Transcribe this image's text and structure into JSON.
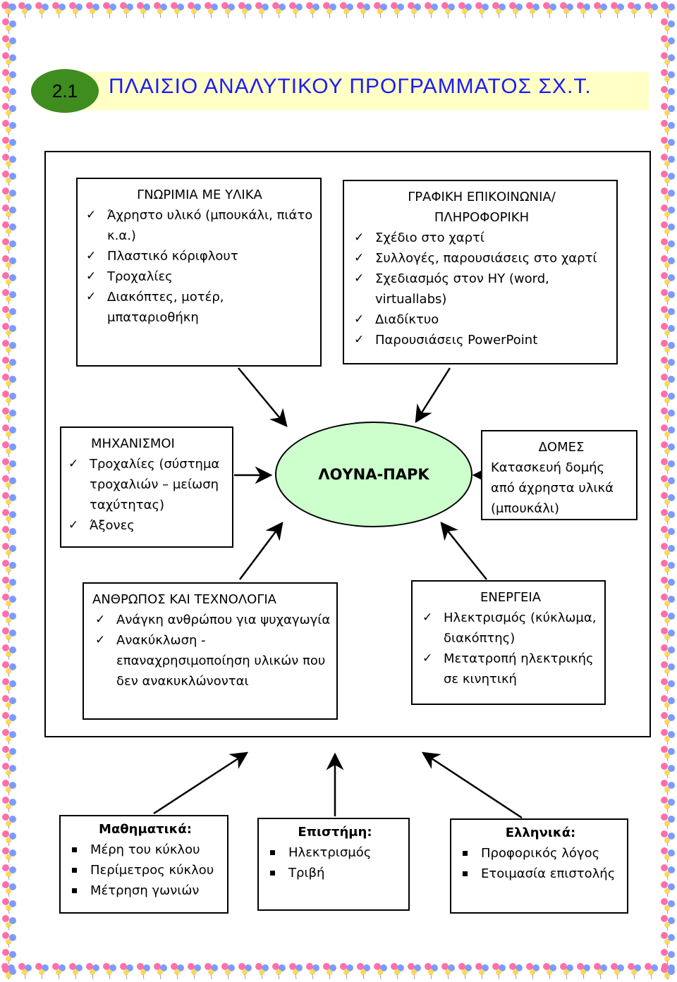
{
  "title": {
    "number": "2.1",
    "text": "ΠΛΑΙΣΙΟ ΑΝΑΛΥΤΙΚΟΥ ΠΡΟΓΡΑΜΜΑΤΟΣ ΣΧ.Τ."
  },
  "center": {
    "label": "ΛΟΥΝΑ-ΠΑΡΚ"
  },
  "materials": {
    "heading": "ΓΝΩΡΙΜΙΑ ΜΕ ΥΛΙΚΑ",
    "items": [
      "Άχρηστο υλικό (μπουκάλι, πιάτο κ.α.)",
      "Πλαστικό κόριφλουτ",
      "Τροχαλίες",
      "Διακόπτες, μοτέρ, μπαταριοθήκη"
    ]
  },
  "graphics": {
    "heading": "ΓΡΑΦΙΚΗ ΕΠΙΚΟΙΝΩΝΙΑ/ ΠΛΗΡΟΦΟΡΙΚΗ",
    "items": [
      "Σχέδιο στο χαρτί",
      "Συλλογές, παρουσιάσεις στο χαρτί",
      "Σχεδιασμός στον ΗΥ (word, virtuallabs)",
      "Διαδίκτυο",
      "Παρουσιάσεις PowerPoint"
    ]
  },
  "mechanisms": {
    "heading": "ΜΗΧΑΝΙΣΜΟΙ",
    "items": [
      "Τροχαλίες (σύστημα τροχαλιών – μείωση ταχύτητας)",
      "Άξονες"
    ]
  },
  "structures": {
    "heading": "ΔΟΜΕΣ",
    "text": "Κατασκευή δομής από άχρηστα υλικά (μπουκάλι)"
  },
  "human": {
    "heading": "ΑΝΘΡΩΠΟΣ ΚΑΙ ΤΕΧΝΟΛΟΓΙΑ",
    "items": [
      "Ανάγκη ανθρώπου για ψυχαγωγία",
      "Ανακύκλωση - επαναχρησιμοποίηση υλικών που δεν ανακυκλώνονται"
    ]
  },
  "energy": {
    "heading": "ΕΝΕΡΓΕΙΑ",
    "items": [
      "Ηλεκτρισμός (κύκλωμα, διακόπτης)",
      "Μετατροπή ηλεκτρικής σε κινητική"
    ]
  },
  "math": {
    "heading": "Μαθηματικά:",
    "items": [
      "Μέρη του κύκλου",
      "Περίμετρος κύκλου",
      "Μέτρηση γωνιών"
    ]
  },
  "science": {
    "heading": "Επιστήμη:",
    "items": [
      "Ηλεκτρισμός",
      "Τριβή"
    ]
  },
  "greek": {
    "heading": "Ελληνικά:",
    "items": [
      "Προφορικός λόγος",
      "Ετοιμασία επιστολής"
    ]
  },
  "colors": {
    "title_circle": "#3f8c1f",
    "title_bar": "#ffffc6",
    "title_text": "#1a1aff",
    "ellipse": "#ccffcc",
    "balloon_pink": "#ff6fa8",
    "balloon_blue": "#7b9bff",
    "balloon_yellow": "#ffd75a"
  }
}
